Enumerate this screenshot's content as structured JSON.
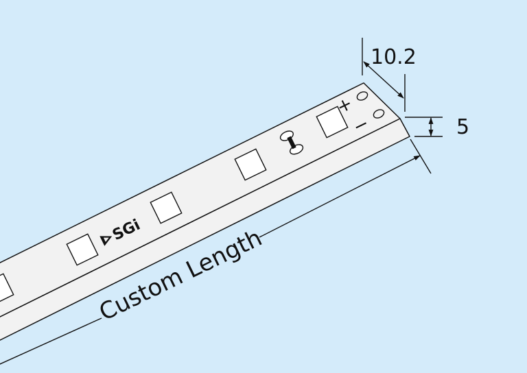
{
  "diagram": {
    "width_label": "10.2",
    "height_label": "5",
    "length_label": "Custom Length",
    "logo_text": "SGi",
    "polarity_plus": "+",
    "polarity_minus": "−"
  },
  "colors": {
    "background": "#d4ebfa",
    "strip_fill": "#f2f2f2",
    "line": "#111111"
  }
}
